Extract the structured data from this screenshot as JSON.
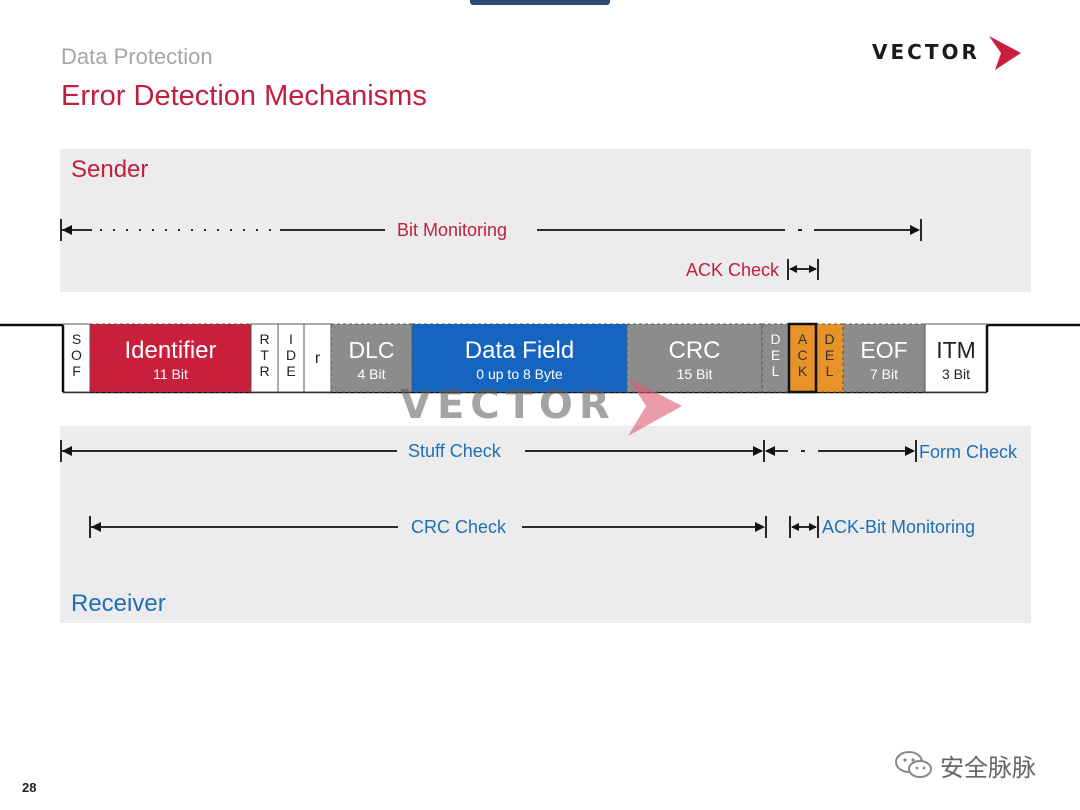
{
  "header": {
    "section": "Data Protection",
    "title": "Error Detection Mechanisms",
    "logo_text": "VECTOR"
  },
  "sender": {
    "label": "Sender",
    "bit_monitoring": "Bit Monitoring",
    "ack_check": "ACK Check"
  },
  "frame": {
    "fields": [
      {
        "name": "S\nO\nF",
        "sub": "",
        "color": "#ffffff",
        "text_color": "#222222",
        "stacked": true
      },
      {
        "name": "Identifier",
        "sub": "11 Bit",
        "color": "#c8203c",
        "text_color": "#ffffff"
      },
      {
        "name": "R\nT\nR",
        "sub": "",
        "color": "#ffffff",
        "text_color": "#222222",
        "stacked": true
      },
      {
        "name": "I\nD\nE",
        "sub": "",
        "color": "#ffffff",
        "text_color": "#222222",
        "stacked": true
      },
      {
        "name": "r",
        "sub": "",
        "color": "#ffffff",
        "text_color": "#222222"
      },
      {
        "name": "DLC",
        "sub": "4 Bit",
        "color": "#8c8c8c",
        "text_color": "#ffffff"
      },
      {
        "name": "Data Field",
        "sub": "0 up to 8 Byte",
        "color": "#1565c0",
        "text_color": "#ffffff"
      },
      {
        "name": "CRC",
        "sub": "15 Bit",
        "color": "#8c8c8c",
        "text_color": "#ffffff"
      },
      {
        "name": "D\nE\nL",
        "sub": "",
        "color": "#8c8c8c",
        "text_color": "#ffffff",
        "stacked": true
      },
      {
        "name": "A\nC\nK",
        "sub": "",
        "color": "#e8922a",
        "text_color": "#333333",
        "stacked": true
      },
      {
        "name": "D\nE\nL",
        "sub": "",
        "color": "#e8922a",
        "text_color": "#333333",
        "stacked": true
      },
      {
        "name": "EOF",
        "sub": "7 Bit",
        "color": "#8c8c8c",
        "text_color": "#ffffff"
      },
      {
        "name": "ITM",
        "sub": "3 Bit",
        "color": "#ffffff",
        "text_color": "#222222"
      }
    ]
  },
  "receiver": {
    "label": "Receiver",
    "stuff_check": "Stuff Check",
    "form_check": "Form Check",
    "crc_check": "CRC Check",
    "ack_bit_monitoring": "ACK-Bit Monitoring"
  },
  "watermark": "VECTOR",
  "footer": {
    "page_number": "28",
    "wechat_text": "安全脉脉"
  }
}
